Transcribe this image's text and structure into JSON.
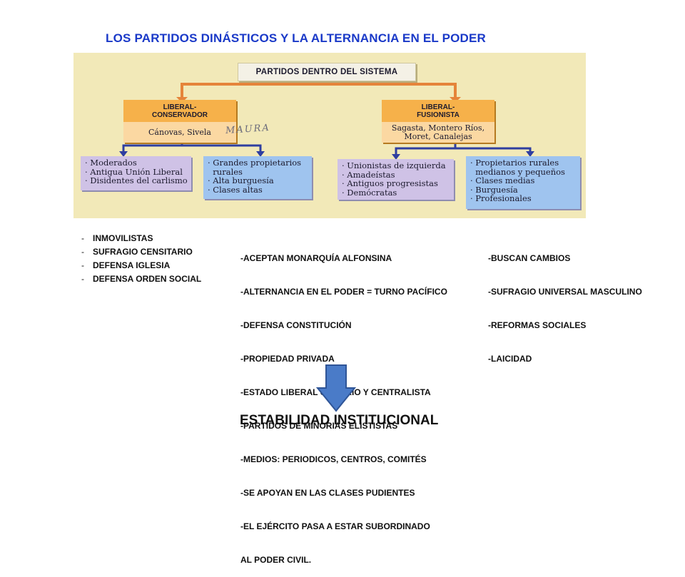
{
  "title": "LOS PARTIDOS DINÁSTICOS Y LA ALTERNANCIA EN EL PODER",
  "diagram": {
    "root": "PARTIDOS DENTRO DEL SISTEMA",
    "left_party": {
      "name_line1": "LIBERAL-",
      "name_line2": "CONSERVADOR",
      "leaders": "Cánovas, Sivela",
      "groups": [
        "· Moderados",
        "· Antigua Unión Liberal",
        "· Disidentes del carlismo"
      ],
      "supporters": [
        "· Grandes propietarios",
        "  rurales",
        "· Alta burguesía",
        "· Clases altas"
      ]
    },
    "handwritten_note": "MAURA",
    "right_party": {
      "name_line1": "LIBERAL-",
      "name_line2": "FUSIONISTA",
      "leaders_line1": "Sagasta, Montero Ríos,",
      "leaders_line2": "Moret, Canalejas",
      "groups": [
        "· Unionistas de izquierda",
        "· Amadeístas",
        "· Antiguos progresistas",
        "· Demócratas"
      ],
      "supporters": [
        "· Propietarios rurales",
        "  medianos y pequeños",
        "· Clases medias",
        "· Burguesía",
        "· Profesionales"
      ]
    },
    "colors": {
      "background": "#f2e9b8",
      "party": "#f6b14a",
      "groups": "#cfc2e6",
      "supporters": "#9fc4ef",
      "connector": "#e5843a",
      "arrow": "#2f3ea0"
    }
  },
  "columns": {
    "left": [
      "INMOVILISTAS",
      "SUFRAGIO CENSITARIO",
      "DEFENSA IGLESIA",
      "DEFENSA ORDEN SOCIAL"
    ],
    "middle": [
      "-ACEPTAN MONARQUÍA ALFONSINA",
      "-ALTERNANCIA EN EL PODER = TURNO PACÍFICO",
      " -DEFENSA CONSTITUCIÓN",
      "-PROPIEDAD PRIVADA",
      " -ESTADO LIBERAL UNITARIO Y CENTRALISTA",
      " -PARTIDOS DE MINORIAS ELISTISTAS",
      " -MEDIOS: PERIODICOS, CENTROS, COMITÉS",
      " -SE APOYAN EN LAS CLASES PUDIENTES",
      " -EL EJÉRCITO PASA A ESTAR SUBORDINADO",
      "  AL PODER CIVIL."
    ],
    "right": [
      "-BUSCAN CAMBIOS",
      " -SUFRAGIO UNIVERSAL MASCULINO",
      " -REFORMAS SOCIALES",
      "-LAICIDAD"
    ]
  },
  "result": "ESTABILIDAD INSTITUCIONAL",
  "arrow_color": "#4472c4"
}
